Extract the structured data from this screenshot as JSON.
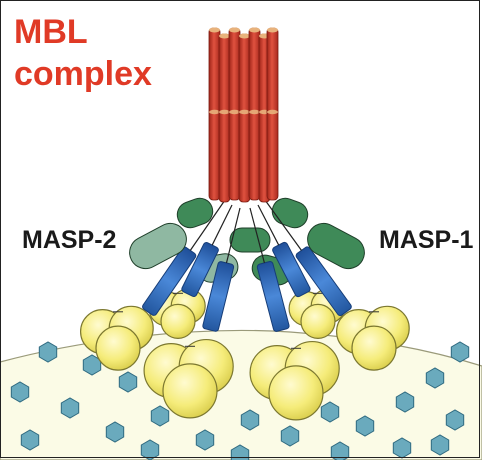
{
  "title": {
    "line1": "MBL",
    "line2": "complex"
  },
  "labels": {
    "left": "MASP-2",
    "right": "MASP-1"
  },
  "icons": [
    "collagen-bundle-icon",
    "carbohydrate-recognition-domain-icon",
    "masp-protease-icon",
    "cell-surface-sugar-icon",
    "cell-membrane-icon"
  ],
  "colors": {
    "title": "#e03a26",
    "label": "#1a1a1a",
    "collagen": "#d64132",
    "collagen_dark": "#a8291e",
    "collagen_band": "#e8b27c",
    "neck": "#2e6bc4",
    "neck_light": "#4a88d8",
    "crd": "#f5ec7a",
    "crd_outline": "#7c7830",
    "masp2": "#8fb8a2",
    "masp1": "#3f8a58",
    "membrane": "#fbfbe6",
    "membrane_line": "#9a9a7a",
    "sugar": "#6aaabd",
    "sugar_dark": "#2f6a80"
  }
}
